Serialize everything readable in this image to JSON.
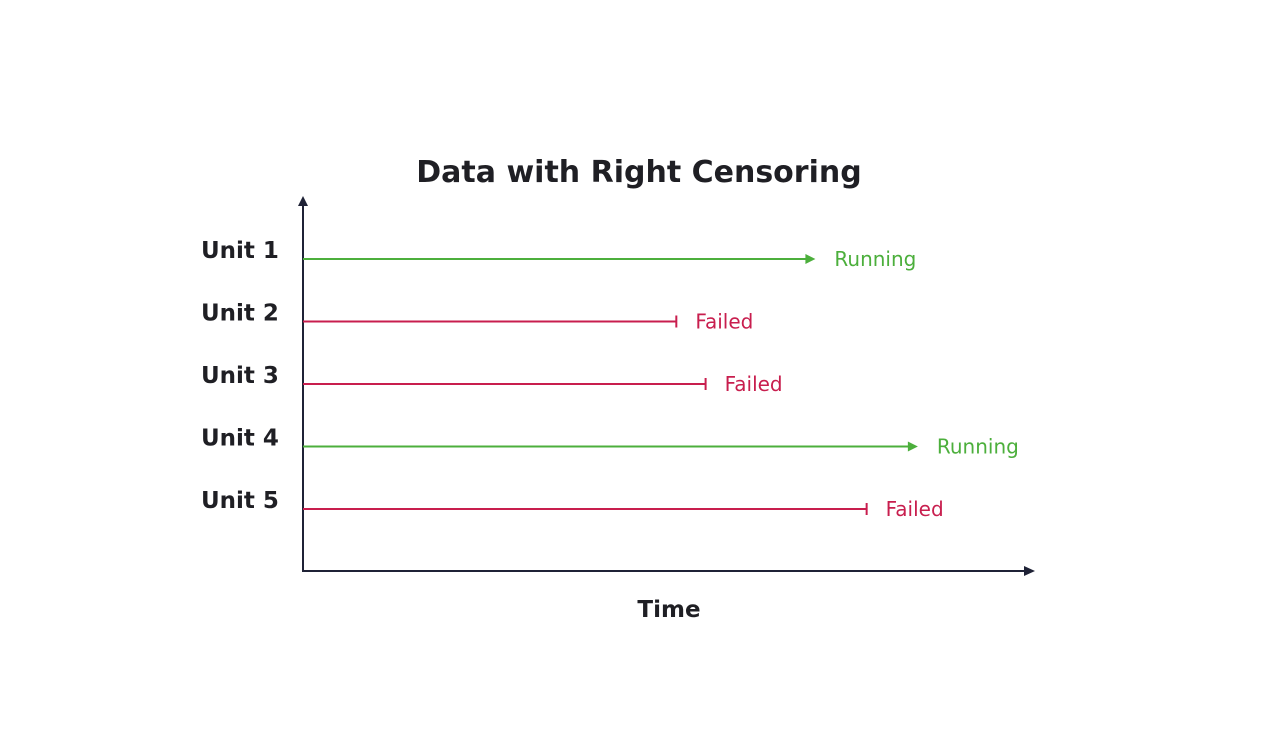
{
  "title": "Data with Right Censoring",
  "x_axis_label": "Time",
  "colors": {
    "axis": "#1f2236",
    "running": "#4caf3c",
    "failed": "#c81e4e"
  },
  "units": [
    {
      "label": "Unit 1",
      "status": "Running",
      "kind": "running",
      "end": 0.7
    },
    {
      "label": "Unit 2",
      "status": "Failed",
      "kind": "failed",
      "end": 0.51
    },
    {
      "label": "Unit 3",
      "status": "Failed",
      "kind": "failed",
      "end": 0.55
    },
    {
      "label": "Unit 4",
      "status": "Running",
      "kind": "running",
      "end": 0.84
    },
    {
      "label": "Unit 5",
      "status": "Failed",
      "kind": "failed",
      "end": 0.77
    }
  ]
}
